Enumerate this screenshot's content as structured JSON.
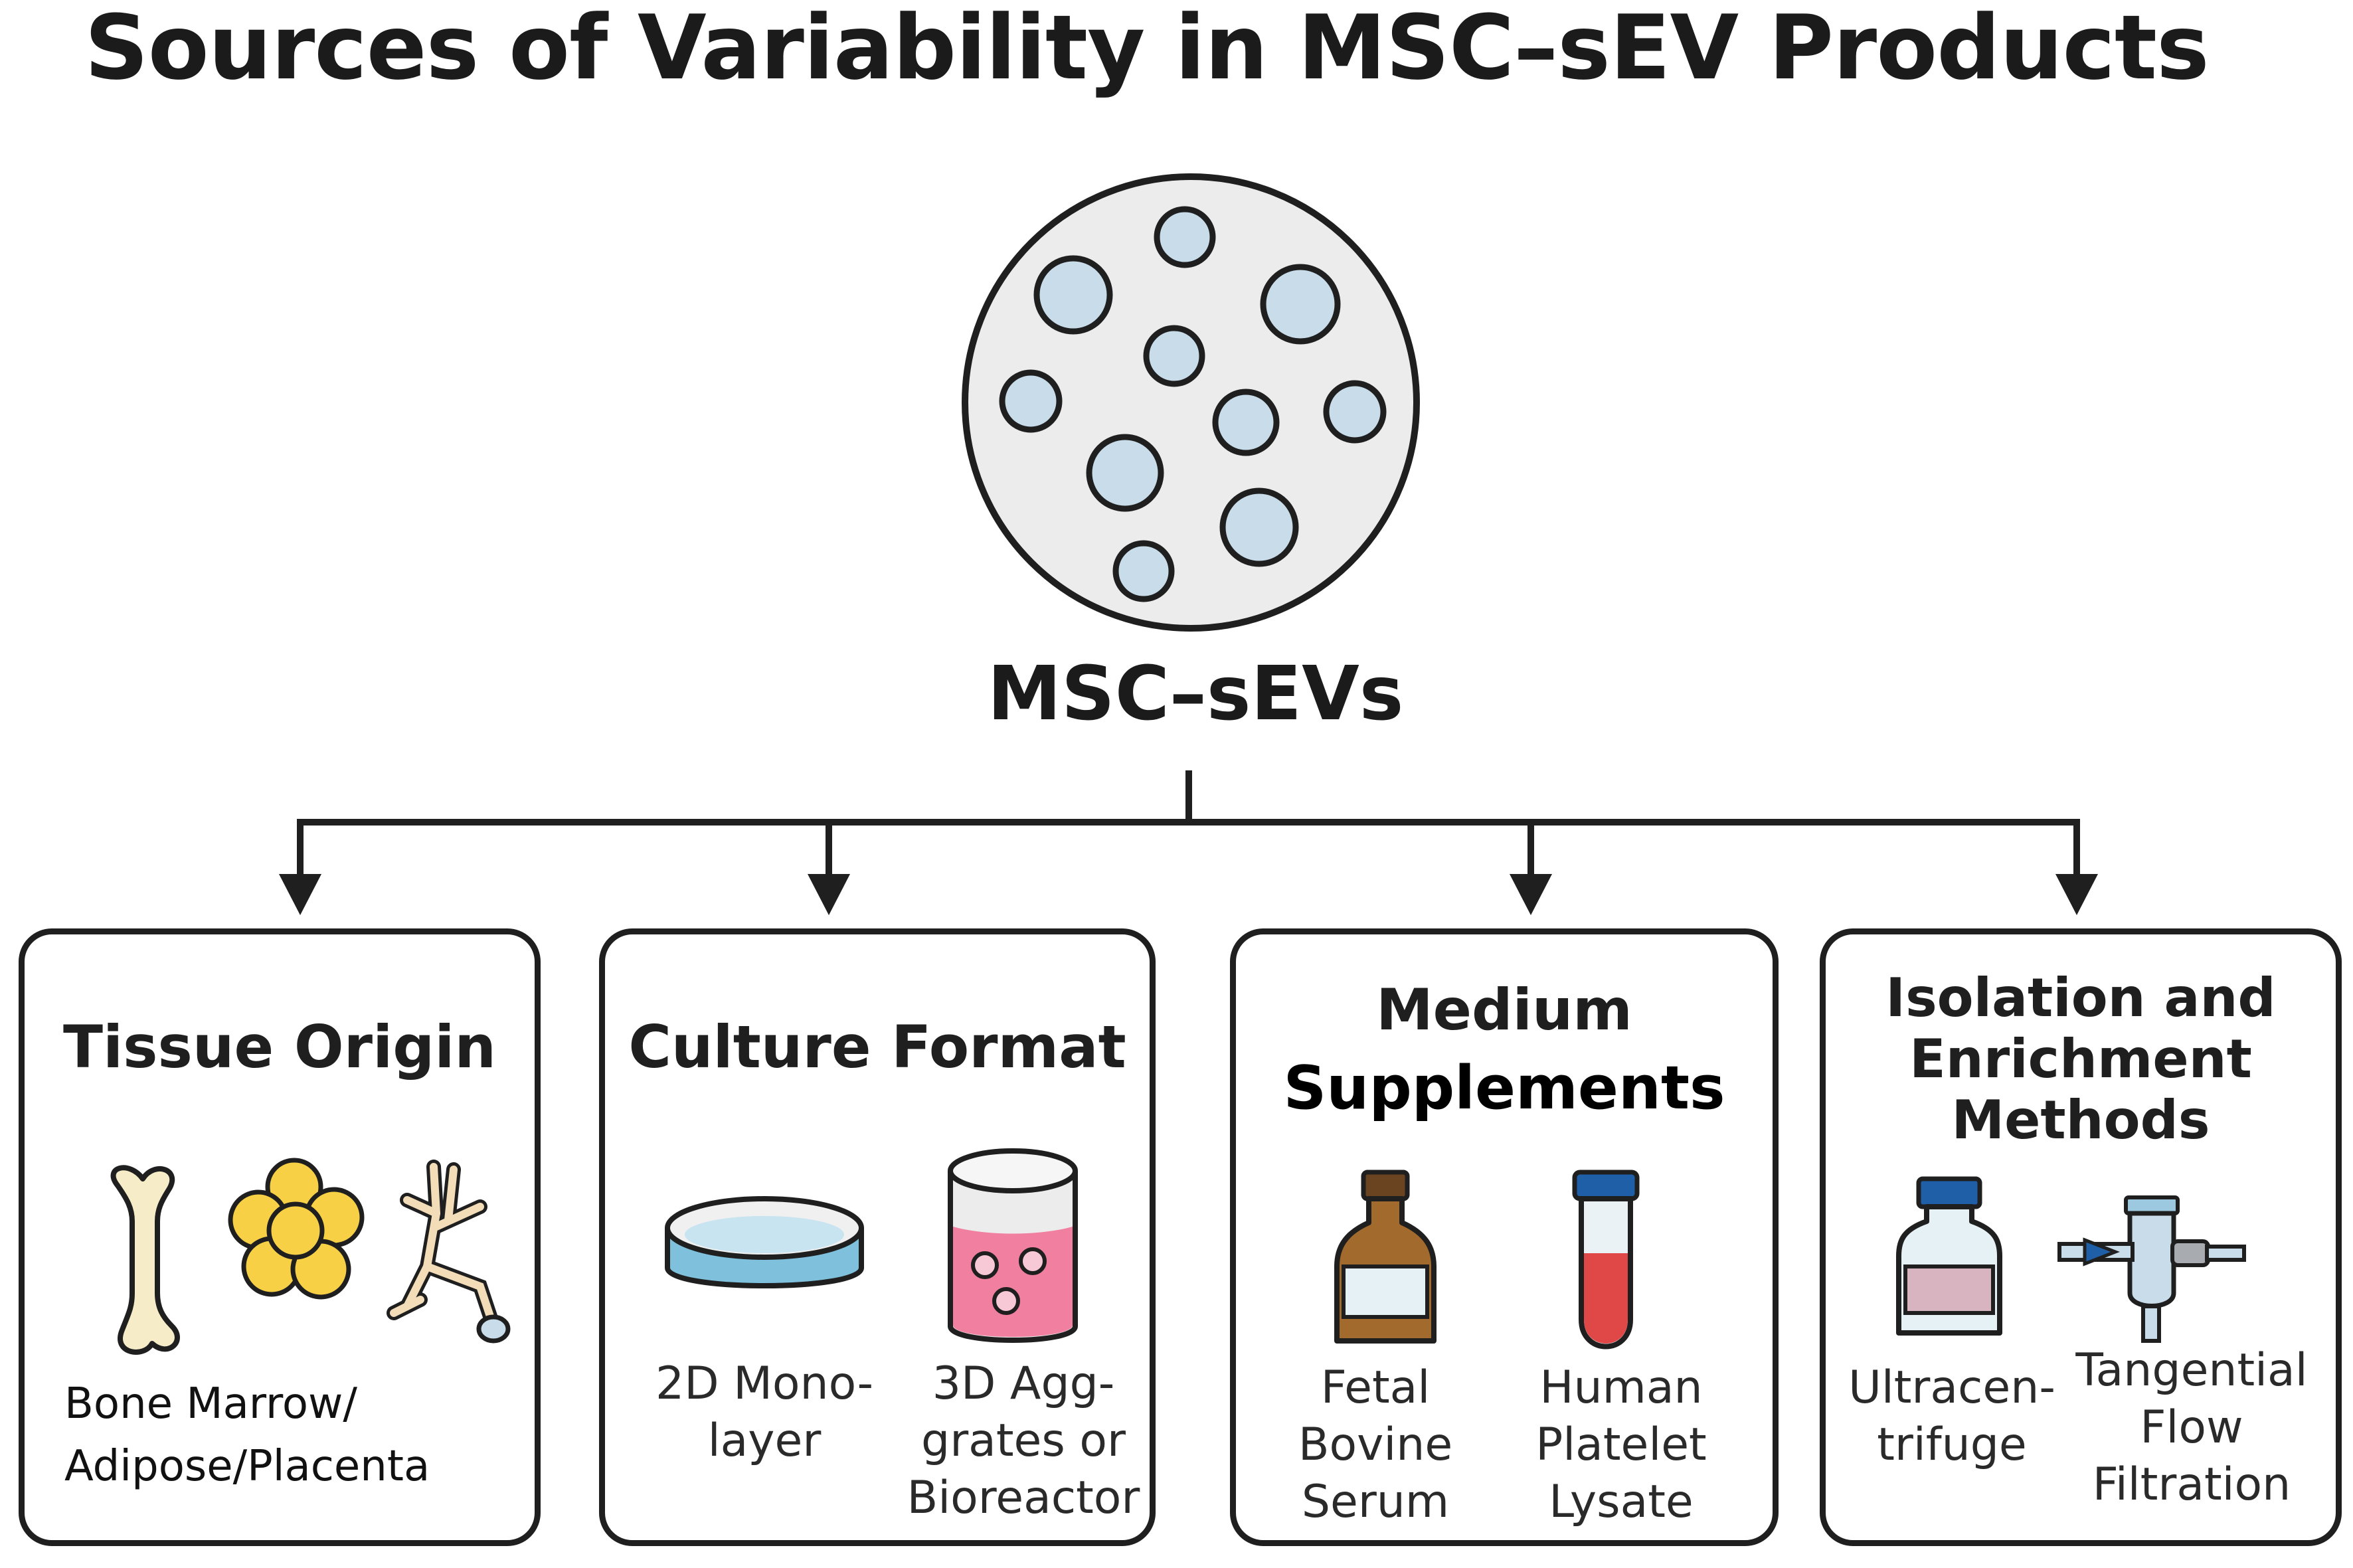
{
  "title": "Sources of Variability in MSC–sEV Products",
  "center": {
    "label": "MSC–sEVs",
    "icon": "vesicle-dish-icon"
  },
  "colors": {
    "outline": "#1f1f1f",
    "vesicle_fill": "#c8dcea",
    "dish_bg": "#ececec",
    "bone": "#f6edc8",
    "fat": "#f7d046",
    "serum_bottle": "#a26a2c",
    "platelet_red": "#e04848",
    "medium_pink": "#f07fa0",
    "dish_blue": "#7fc0dc"
  },
  "boxes": [
    {
      "title": "Tissue Origin",
      "icons": [
        "bone-icon",
        "adipose-cells-icon",
        "placenta-vessels-icon"
      ],
      "caption_line1": "Bone Marrow/",
      "caption_line2": "Adipose/Placenta"
    },
    {
      "title": "Culture Format",
      "icons": [
        "petri-dish-icon",
        "bioreactor-beaker-icon"
      ],
      "items": [
        {
          "line1": "2D Mono-",
          "line2": "layer"
        },
        {
          "line1": "3D Agg-",
          "line2": "grates or",
          "line3": "Bioreactor"
        }
      ]
    },
    {
      "title_line1": "Medium",
      "title_line2": "Supplements",
      "icons": [
        "serum-bottle-icon",
        "platelet-tube-icon"
      ],
      "items": [
        {
          "line1": "Fetal",
          "line2": "Bovine",
          "line3": "Serum"
        },
        {
          "line1": "Human",
          "line2": "Platelet",
          "line3": "Lysate"
        }
      ]
    },
    {
      "title_line1": "Isolation and",
      "title_line2": "Enrichment",
      "title_line3": "Methods",
      "icons": [
        "ultracentrifuge-vial-icon",
        "tff-filter-icon"
      ],
      "items": [
        {
          "line1": "Ultracen-",
          "line2": "trifuge"
        },
        {
          "line1": "Tangential",
          "line2": "Flow",
          "line3": "Filtration"
        }
      ]
    }
  ]
}
